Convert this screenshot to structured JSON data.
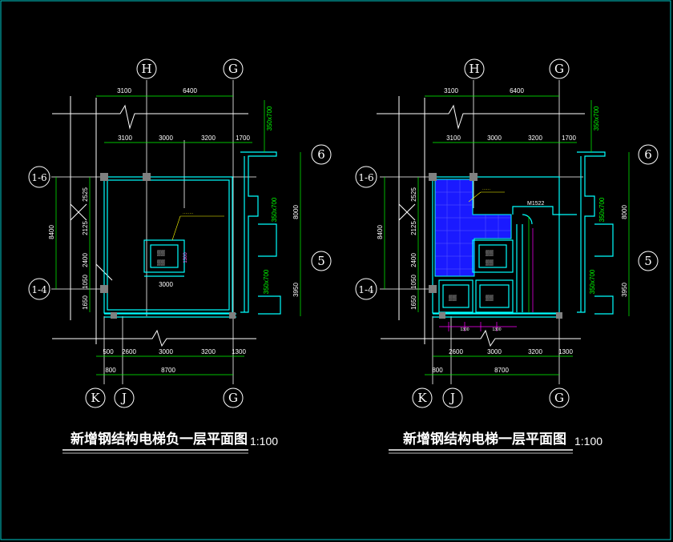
{
  "colors": {
    "background": "#000000",
    "axis_lines": "#ffffff",
    "walls": "#00ffff",
    "dimension_lines": "#00ff00",
    "annotation": "#ffff00",
    "elevator_dims": "#ff00ff",
    "stair_fill": "#1a1aff",
    "column": "#808080"
  },
  "plans": [
    {
      "id": "basement",
      "title": "新增钢结构电梯负一层平面图",
      "scale": "1:100",
      "top_axes": [
        "H",
        "G"
      ],
      "bottom_axes": [
        "K",
        "J",
        "G"
      ],
      "left_axes": [
        "1-6",
        "1-4"
      ],
      "right_axes": [
        "6",
        "5"
      ],
      "top_dims_1": [
        "3100",
        "6400"
      ],
      "top_dims_2": [
        "3100",
        "3000",
        "3200",
        "1700"
      ],
      "bottom_dims_1": [
        "500",
        "2600",
        "3000",
        "3200",
        "1300"
      ],
      "bottom_dims_2": [
        "800",
        "8700"
      ],
      "left_dims_inner": [
        "2525",
        "2125",
        "2400",
        "1050",
        "1650"
      ],
      "left_dims_outer": [
        "8400"
      ],
      "right_dims": [
        "8000",
        "3950"
      ],
      "side_labels": [
        "350x700",
        "350x700",
        "350x700"
      ],
      "elevator_dims": [
        "1300",
        "3000"
      ],
      "door_labels": []
    },
    {
      "id": "first",
      "title": "新增钢结构电梯一层平面图",
      "scale": "1:100",
      "top_axes": [
        "H",
        "G"
      ],
      "bottom_axes": [
        "K",
        "J",
        "G"
      ],
      "left_axes": [
        "1-6",
        "1-4"
      ],
      "right_axes": [
        "6",
        "5"
      ],
      "top_dims_1": [
        "3100",
        "6400"
      ],
      "top_dims_2": [
        "3100",
        "3000",
        "3200",
        "1700"
      ],
      "bottom_dims_1": [
        "2600",
        "3000",
        "3200",
        "1300"
      ],
      "bottom_dims_2": [
        "800",
        "8700"
      ],
      "left_dims_inner": [
        "2525",
        "2125",
        "2400",
        "1050",
        "1650"
      ],
      "left_dims_outer": [
        "8400"
      ],
      "right_dims": [
        "8000",
        "3950"
      ],
      "side_labels": [
        "350x700",
        "350x700",
        "350x700"
      ],
      "elevator_dims": [
        "1300",
        "1300"
      ],
      "door_labels": [
        "M1522"
      ]
    }
  ]
}
